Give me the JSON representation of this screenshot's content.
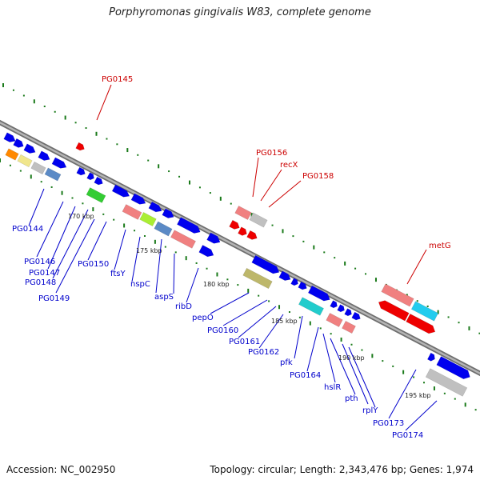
{
  "title": "Porphyromonas gingivalis W83, complete genome",
  "footer": {
    "accession": "Accession: NC_002950",
    "topology": "Topology: circular; Length: 2,343,476 bp; Genes: 1,974"
  },
  "colors": {
    "backbone": "#8c8c8c",
    "tick": "#1a7a1a",
    "forward_label": "#0000cc",
    "reverse_label": "#cc0000",
    "gene_blue": "#0000ee",
    "gene_red": "#ee0000",
    "gene_pink": "#f08080",
    "gene_gray": "#c0c0c0",
    "gene_green": "#33cc33",
    "gene_lime": "#aaee33",
    "gene_cyan": "#22ccee",
    "gene_teal": "#22cccc",
    "gene_orange": "#ff8800",
    "gene_yellow": "#f0e68c",
    "gene_steel": "#5b8ac6",
    "gene_olive": "#bdb76b"
  },
  "kbp_labels": [
    "170 kbp",
    "175 kbp",
    "180 kbp",
    "185 kbp",
    "190 kbp",
    "195 kbp"
  ],
  "forward_labels": [
    "PG0144",
    "PG0146",
    "PG0147",
    "PG0148",
    "PG0149",
    "PG0150",
    "ftsY",
    "nspC",
    "aspS",
    "ribD",
    "pepO",
    "PG0160",
    "PG0161",
    "PG0162",
    "pfk",
    "PG0164",
    "hslR",
    "pth",
    "rplY",
    "PG0173",
    "PG0174"
  ],
  "reverse_labels": [
    "PG0145",
    "PG0156",
    "recX",
    "PG0158",
    "metG"
  ]
}
